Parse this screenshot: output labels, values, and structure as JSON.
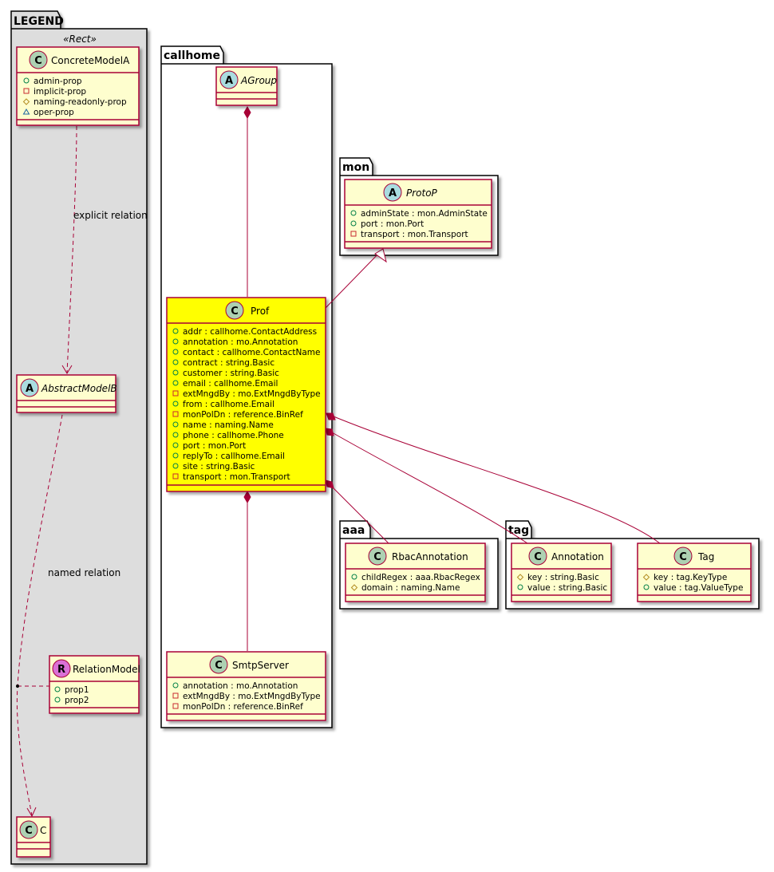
{
  "packages": {
    "legend": "LEGEND",
    "callhome": "callhome",
    "mon": "mon",
    "aaa": "aaa",
    "tag": "tag"
  },
  "legend": {
    "stereotype": "«Rect»",
    "concrete": {
      "kind": "C",
      "name": "ConcreteModelA",
      "attrs": [
        {
          "marker": "public",
          "text": "admin-prop"
        },
        {
          "marker": "private",
          "text": "implicit-prop"
        },
        {
          "marker": "protected",
          "text": "naming-readonly-prop"
        },
        {
          "marker": "package",
          "text": "oper-prop"
        }
      ]
    },
    "abstract": {
      "kind": "A",
      "name": "AbstractModelB"
    },
    "relation": {
      "kind": "R",
      "name": "RelationModel",
      "attrs": [
        {
          "marker": "public",
          "text": "prop1"
        },
        {
          "marker": "public",
          "text": "prop2"
        }
      ]
    },
    "c": {
      "kind": "C",
      "name": "C"
    },
    "explicit_label": "explicit relation",
    "named_label": "named relation"
  },
  "classes": {
    "agroup": {
      "kind": "A",
      "name": "AGroup",
      "attrs": []
    },
    "protop": {
      "kind": "A",
      "name": "ProtoP",
      "attrs": [
        {
          "marker": "public",
          "text": "adminState : mon.AdminState"
        },
        {
          "marker": "public",
          "text": "port : mon.Port"
        },
        {
          "marker": "private",
          "text": "transport : mon.Transport"
        }
      ]
    },
    "prof": {
      "kind": "C",
      "name": "Prof",
      "attrs": [
        {
          "marker": "public",
          "text": "addr : callhome.ContactAddress"
        },
        {
          "marker": "public",
          "text": "annotation : mo.Annotation"
        },
        {
          "marker": "public",
          "text": "contact : callhome.ContactName"
        },
        {
          "marker": "public",
          "text": "contract : string.Basic"
        },
        {
          "marker": "public",
          "text": "customer : string.Basic"
        },
        {
          "marker": "public",
          "text": "email : callhome.Email"
        },
        {
          "marker": "private",
          "text": "extMngdBy : mo.ExtMngdByType"
        },
        {
          "marker": "public",
          "text": "from : callhome.Email"
        },
        {
          "marker": "private",
          "text": "monPolDn : reference.BinRef"
        },
        {
          "marker": "public",
          "text": "name : naming.Name"
        },
        {
          "marker": "public",
          "text": "phone : callhome.Phone"
        },
        {
          "marker": "public",
          "text": "port : mon.Port"
        },
        {
          "marker": "public",
          "text": "replyTo : callhome.Email"
        },
        {
          "marker": "public",
          "text": "site : string.Basic"
        },
        {
          "marker": "private",
          "text": "transport : mon.Transport"
        }
      ]
    },
    "smtp": {
      "kind": "C",
      "name": "SmtpServer",
      "attrs": [
        {
          "marker": "public",
          "text": "annotation : mo.Annotation"
        },
        {
          "marker": "private",
          "text": "extMngdBy : mo.ExtMngdByType"
        },
        {
          "marker": "private",
          "text": "monPolDn : reference.BinRef"
        }
      ]
    },
    "rbac": {
      "kind": "C",
      "name": "RbacAnnotation",
      "attrs": [
        {
          "marker": "public",
          "text": "childRegex : aaa.RbacRegex"
        },
        {
          "marker": "protected",
          "text": "domain : naming.Name"
        }
      ]
    },
    "annotation": {
      "kind": "C",
      "name": "Annotation",
      "attrs": [
        {
          "marker": "protected",
          "text": "key : string.Basic"
        },
        {
          "marker": "public",
          "text": "value : string.Basic"
        }
      ]
    },
    "tag": {
      "kind": "C",
      "name": "Tag",
      "attrs": [
        {
          "marker": "protected",
          "text": "key : tag.KeyType"
        },
        {
          "marker": "public",
          "text": "value : tag.ValueType"
        }
      ]
    }
  },
  "colors": {
    "class_fill": "#FEFECE",
    "highlight_fill": "#FFFF00",
    "border": "#A80036",
    "legend_bg": "#DDDDDD",
    "circle_c": "#ADD1B2",
    "circle_a": "#A9DCDF",
    "circle_r": "#DA70D6"
  }
}
